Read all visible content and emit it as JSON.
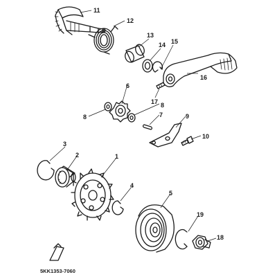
{
  "diagram": {
    "part_labels": [
      "1",
      "2",
      "3",
      "4",
      "5",
      "6",
      "7",
      "8",
      "9",
      "10",
      "11",
      "12",
      "13",
      "14",
      "15",
      "16",
      "17",
      "18",
      "19"
    ],
    "part_label_8_second": "8",
    "drawing_code": "5KK1353-7060",
    "line_color": "#1a1a1a",
    "background": "#ffffff"
  }
}
